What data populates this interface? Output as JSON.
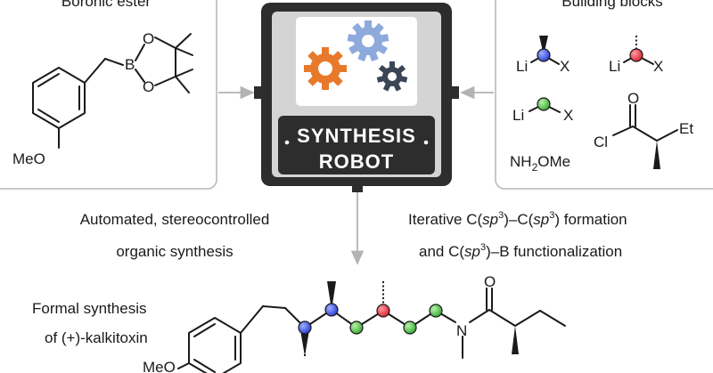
{
  "panels": {
    "left_title": "Boronic ester",
    "right_title": "Building blocks"
  },
  "robot": {
    "line1": "SYNTHESIS",
    "line2": "ROBOT"
  },
  "captions": {
    "left_line1": "Automated, stereocontrolled",
    "left_line2": "organic synthesis",
    "right_line1_a": "Iterative C(",
    "right_line1_b": "sp",
    "right_line1_c": "3",
    "right_line1_d": ")–C(",
    "right_line1_e": "sp",
    "right_line1_f": "3",
    "right_line1_g": ") formation",
    "right_line2_a": "and C(",
    "right_line2_b": "sp",
    "right_line2_c": "3",
    "right_line2_d": ")–B functionalization",
    "bottom_line1": "Formal synthesis",
    "bottom_line2": "of (+)-kalkitoxin"
  },
  "atoms": {
    "B": "B",
    "O": "O",
    "MeO": "MeO",
    "Li": "Li",
    "X": "X",
    "Cl": "Cl",
    "Et": "Et",
    "N": "N",
    "nh2ome_a": "NH",
    "nh2ome_b": "2",
    "nh2ome_c": "OMe"
  },
  "colors": {
    "gear_orange": "#e8792b",
    "gear_blue": "#8ea9dc",
    "gear_dark": "#3a4656",
    "atom_blue": "#2f43d8",
    "atom_red": "#e0283a",
    "atom_green": "#3fae3a",
    "robot_body": "#2d2d2d",
    "robot_face": "#d4d4d4",
    "panel_border": "#b9b9b9"
  }
}
